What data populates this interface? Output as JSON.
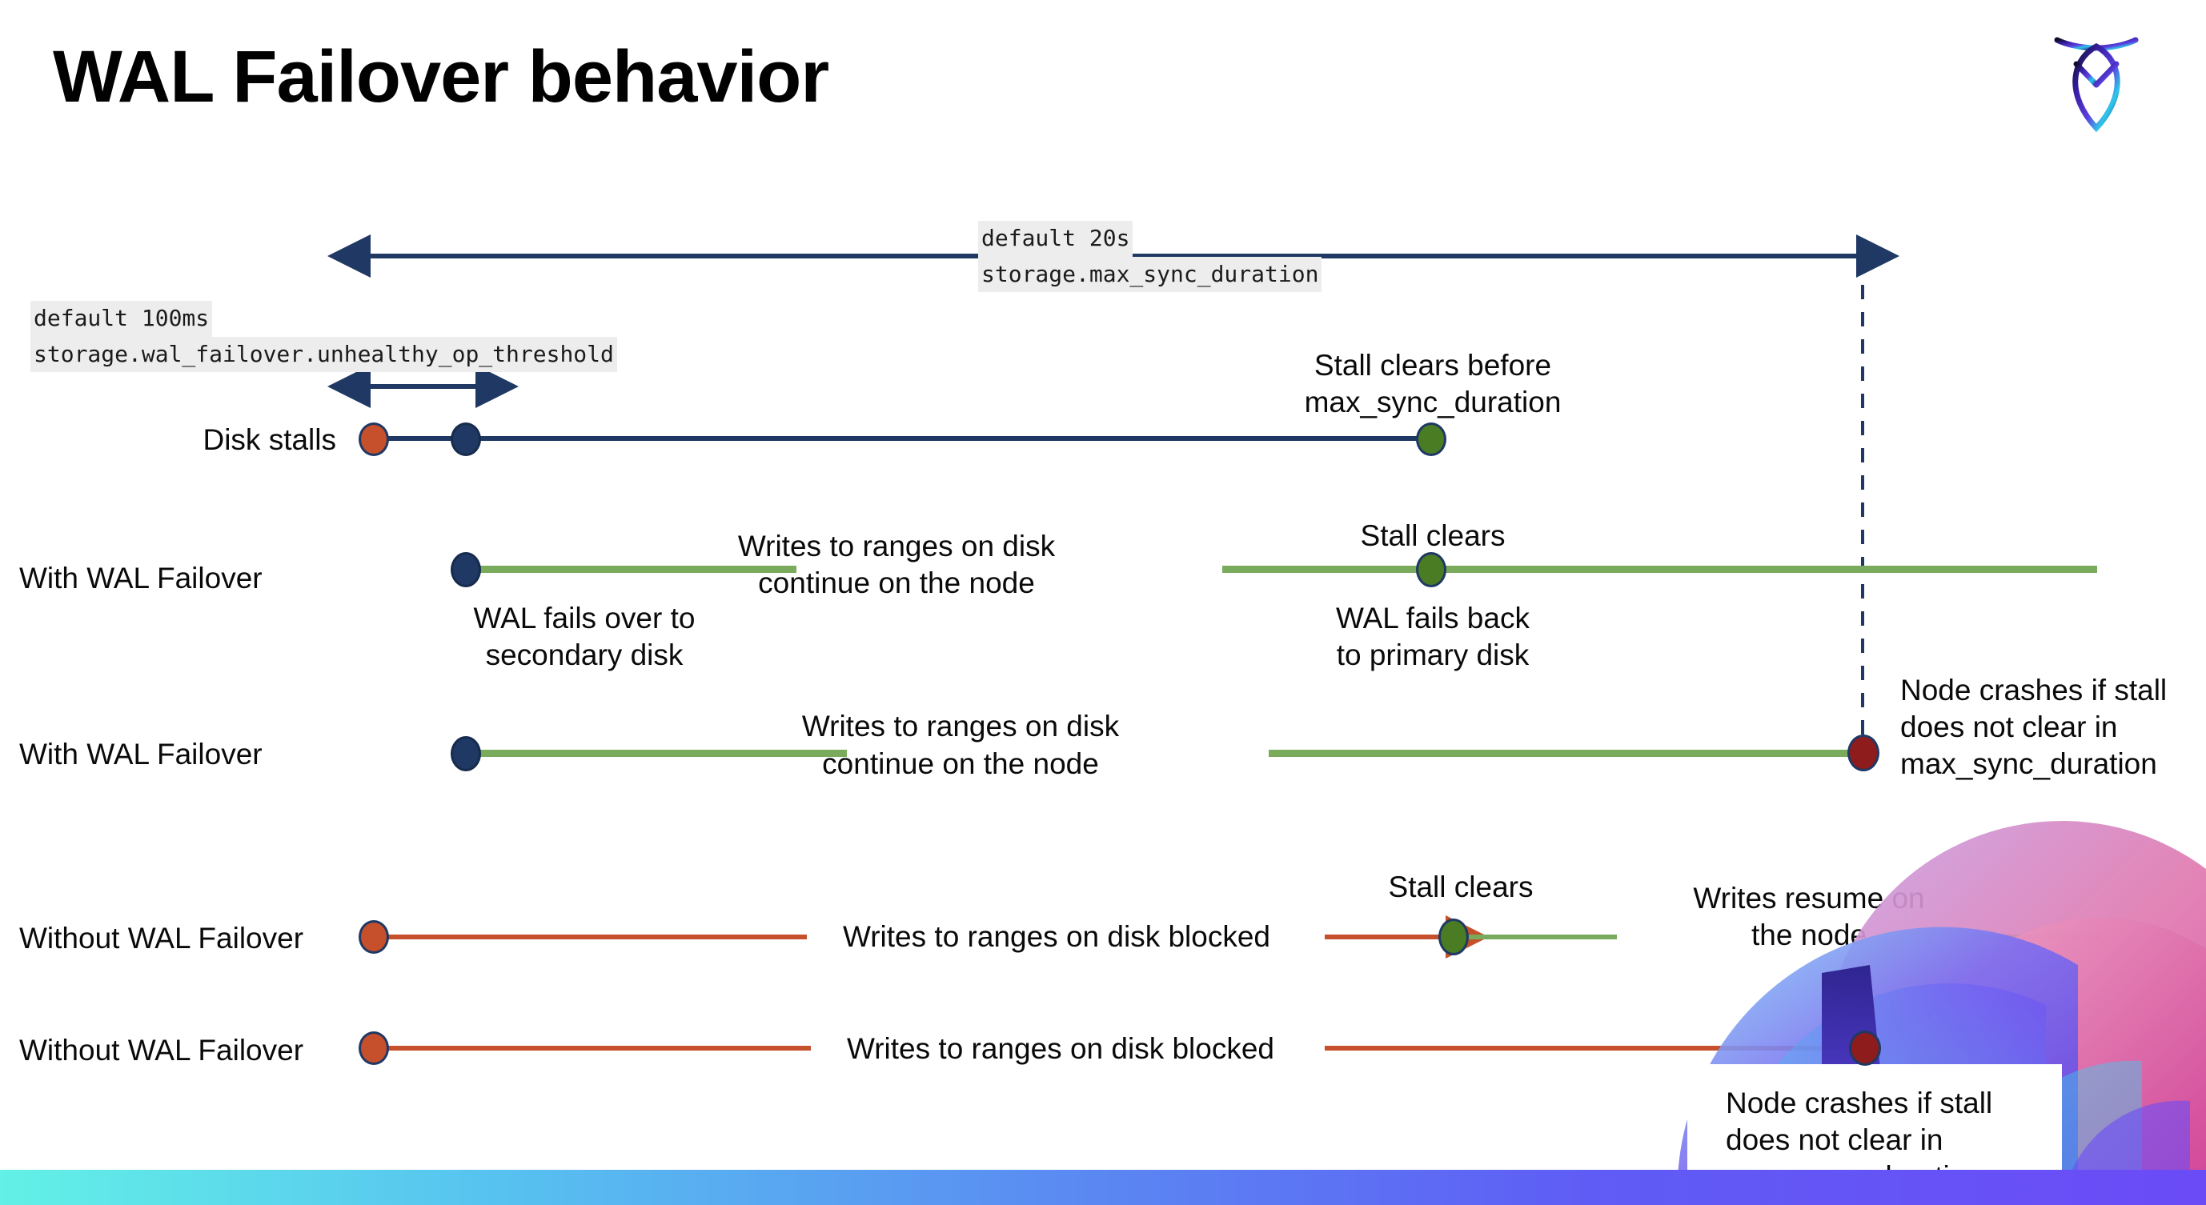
{
  "page": {
    "title": "WAL Failover behavior",
    "logo_name": "cockroachdb-logo"
  },
  "colors": {
    "navy": "#1f3864",
    "green_line": "#7aab5c",
    "green_dot": "#4a7c23",
    "orange": "#c5502b",
    "dark_red": "#8e1c1c",
    "code_bg": "#ededed",
    "bar_start": "#62f1e6",
    "bar_end": "#6b4bf6"
  },
  "annotations": {
    "max_sync_duration": {
      "line1": "default 20s",
      "line2": "storage.max_sync_duration"
    },
    "unhealthy_op_threshold": {
      "line1": "default 100ms",
      "line2": "storage.wal_failover.unhealthy_op_threshold"
    }
  },
  "rows": [
    {
      "id": "disk-stalls",
      "label": "Disk stalls",
      "note_top": "Stall clears before\nmax_sync_duration",
      "note_bottom": ""
    },
    {
      "id": "with-wal-failover-1",
      "label": "With WAL Failover",
      "mid_label": "Writes to ranges on disk\ncontinue on the node",
      "note_top": "Stall clears",
      "note_under_start": "WAL fails over to\nsecondary disk",
      "note_under_mid": "WAL fails  back\nto primary disk"
    },
    {
      "id": "with-wal-failover-2",
      "label": "With WAL Failover",
      "mid_label": "Writes to ranges on disk\ncontinue on the node",
      "note_right": "Node crashes if stall\ndoes not clear in\nmax_sync_duration"
    },
    {
      "id": "without-wal-failover-1",
      "label": "Without WAL Failover",
      "mid_label": "Writes to ranges on disk  blocked",
      "note_top": "Stall clears",
      "note_right": "Writes resume on\nthe node"
    },
    {
      "id": "without-wal-failover-2",
      "label": "Without WAL Failover",
      "mid_label": "Writes to ranges on disk  blocked",
      "note_bottom_right": "Node crashes if stall\ndoes not clear in\nmax_sync_duration"
    }
  ],
  "row_labels": {
    "disk_stalls": "Disk stalls",
    "with_1": "With WAL Failover",
    "with_2": "With WAL Failover",
    "without_1": "Without WAL Failover",
    "without_2": "Without WAL Failover"
  },
  "texts": {
    "stall_clears_before": "Stall clears before",
    "max_sync_duration_2": "max_sync_duration",
    "writes_continue_1": "Writes to ranges on disk",
    "writes_continue_2": "continue on the node",
    "stall_clears": "Stall clears",
    "wal_fails_over_1": "WAL fails over to",
    "wal_fails_over_2": "secondary disk",
    "wal_fails_back_1": "WAL fails  back",
    "wal_fails_back_2": "to primary disk",
    "node_crashes_1": "Node crashes if stall",
    "node_crashes_2": "does not clear in",
    "node_crashes_3": "max_sync_duration",
    "writes_blocked": "Writes to ranges on disk  blocked",
    "writes_resume_1": "Writes resume on",
    "writes_resume_2": "the node",
    "stall_clears_2": "Stall clears",
    "node_crashes_b1": "Node crashes if stall",
    "node_crashes_b2": "does not clear in",
    "node_crashes_b3": "max_sync_duration"
  }
}
